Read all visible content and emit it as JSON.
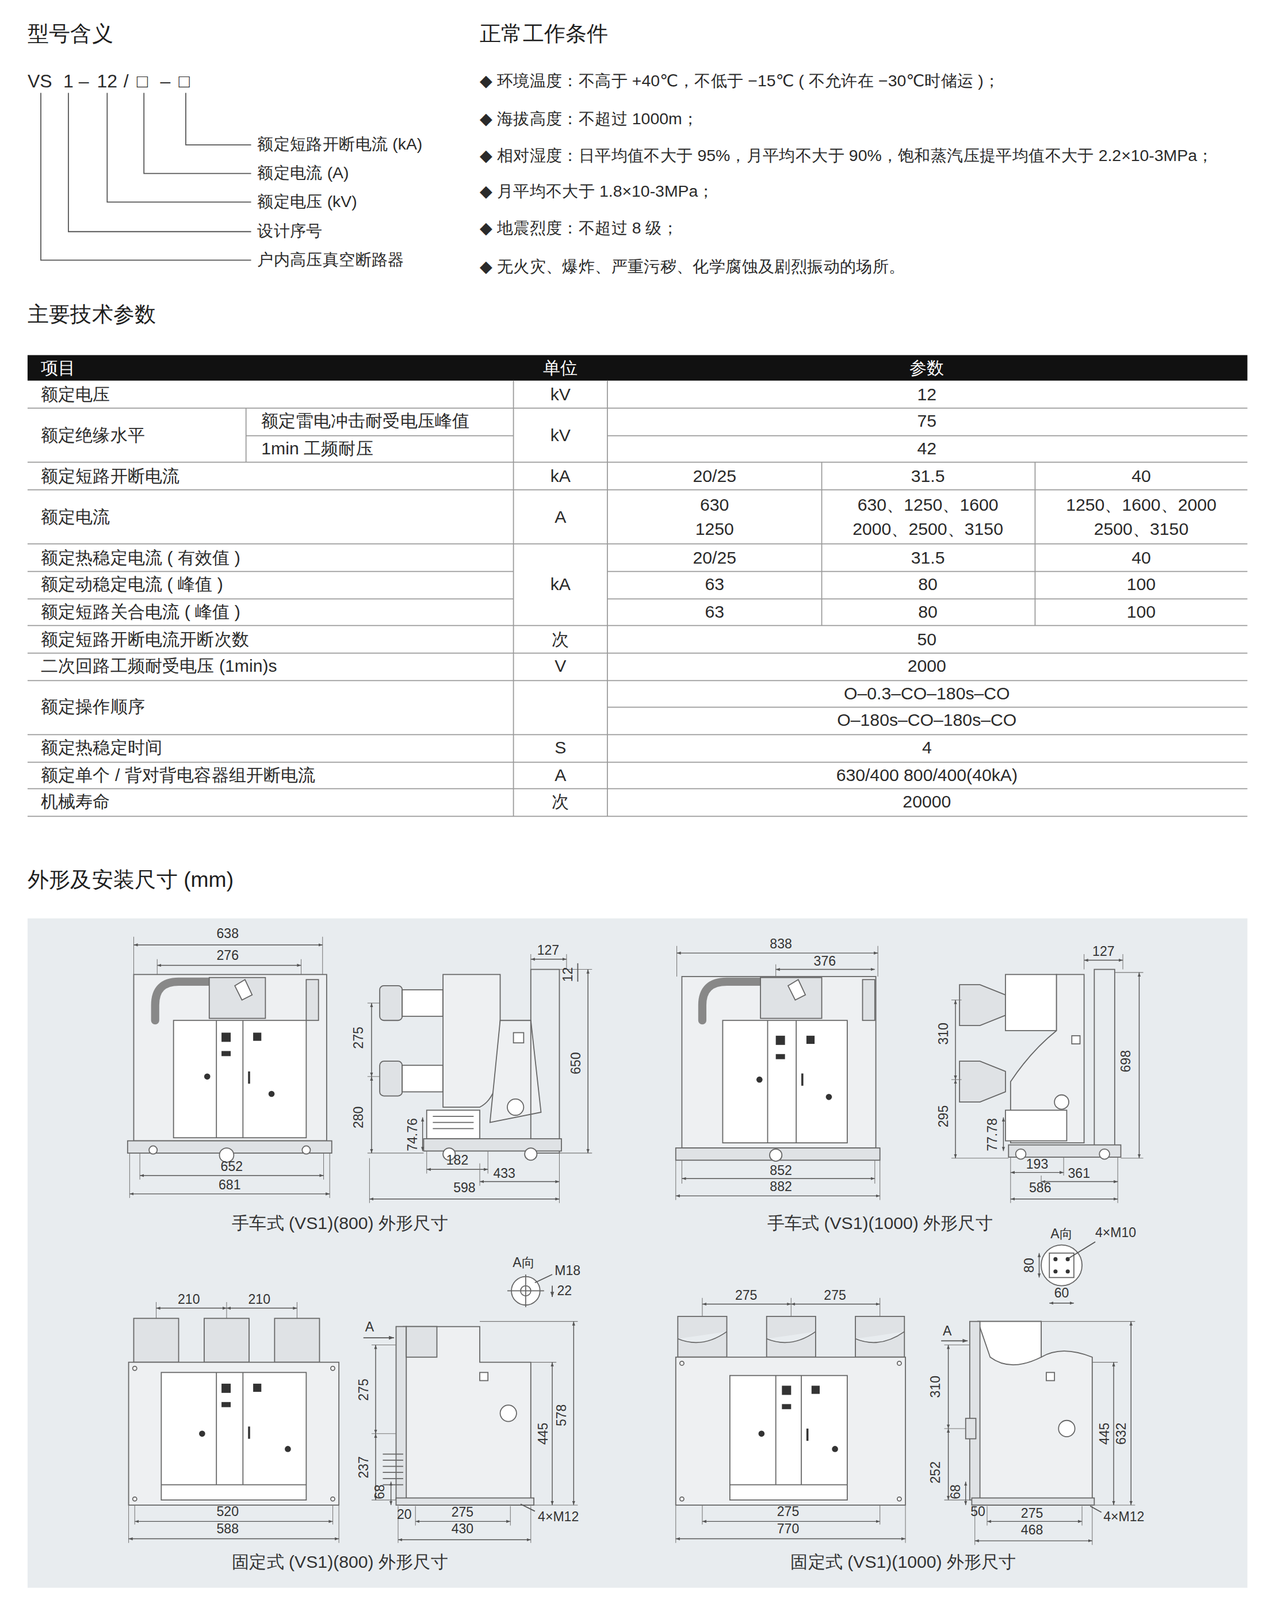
{
  "diagram": {
    "labels": [
      "型号含义",
      "VS",
      "1",
      "–",
      "12",
      "/",
      "□",
      "–",
      "□",
      "额定短路开断电流 (kA)",
      "额定电流 (A)",
      "额定电压 (kV)",
      "设计序号",
      "户内高压真空断路器",
      "正常工作条件",
      "◆ 环境温度：不高于 +40℃，不低于 −15℃ ( 不允许在 −30℃时储运 )；",
      "◆ 海拔高度：不超过 1000m；",
      "◆ 相对湿度：日平均值不大于 95%，月平均不大于 90%，饱和蒸汽压提平均值不大于 2.2×10-3MPa；",
      "◆ 月平均不大于 1.8×10-3MPa；",
      "◆ 地震烈度：不超过 8 级；",
      "◆ 无火灾、爆炸、严重污秽、化学腐蚀及剧烈振动的场所。",
      "主要技术参数",
      "项目",
      "单位",
      "参数",
      "额定电压",
      "kV",
      "12",
      "额定绝缘水平",
      "额定雷电冲击耐受电压峰值",
      "1min 工频耐压",
      "kV",
      "75",
      "42",
      "额定短路开断电流",
      "kA",
      "20/25",
      "31.5",
      "40",
      "额定电流",
      "A",
      "630",
      "1250",
      "630、1250、1600",
      "2000、2500、3150",
      "1250、1600、2000",
      "2500、3150",
      "额定热稳定电流 ( 有效值 )",
      "额定动稳定电流 ( 峰值 )",
      "额定短路关合电流 ( 峰值 )",
      "kA",
      "20/25",
      "31.5",
      "40",
      "63",
      "80",
      "100",
      "63",
      "80",
      "100",
      "额定短路开断电流开断次数",
      "次",
      "50",
      "二次回路工频耐受电压 (1min)s",
      "V",
      "2000",
      "额定操作顺序",
      "O–0.3–CO–180s–CO",
      "O–180s–CO–180s–CO",
      "额定热稳定时间",
      "S",
      "4",
      "额定单个 / 背对背电容器组开断电流",
      "A",
      "630/400 800/400(40kA)",
      "机械寿命",
      "次",
      "20000",
      "外形及安装尺寸 (mm)",
      "638",
      "276",
      "652",
      "681",
      "127",
      "12",
      "650",
      "275",
      "280",
      "74.76",
      "182",
      "433",
      "598",
      "手车式 (VS1)(800) 外形尺寸",
      "838",
      "376",
      "852",
      "882",
      "127",
      "310",
      "698",
      "295",
      "77.78",
      "193",
      "361",
      "586",
      "手车式 (VS1)(1000) 外形尺寸",
      "A向",
      "M18",
      "22",
      "210",
      "210",
      "A",
      "275",
      "578",
      "445",
      "237",
      "68",
      "520",
      "588",
      "20",
      "275",
      "4×M12",
      "430",
      "固定式 (VS1)(800) 外形尺寸",
      "A向",
      "4×M10",
      "80",
      "60",
      "275",
      "275",
      "A",
      "310",
      "445",
      "632",
      "252",
      "68",
      "275",
      "770",
      "50",
      "275",
      "4×M12",
      "468",
      "固定式 (VS1)(1000) 外形尺寸"
    ]
  }
}
